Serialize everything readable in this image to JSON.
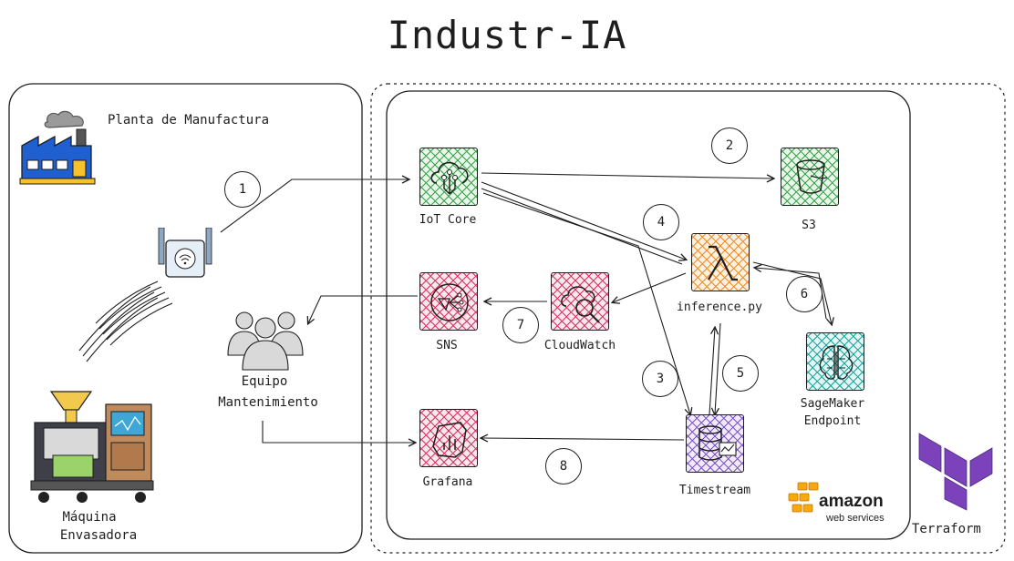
{
  "title": "Industr-IA",
  "plant": {
    "label": "Planta de Manufactura"
  },
  "machine": {
    "label_line1": "Máquina",
    "label_line2": "Envasadora"
  },
  "team": {
    "label_line1": "Equipo",
    "label_line2": "Mantenimiento"
  },
  "services": {
    "iot_core": "IoT Core",
    "s3": "S3",
    "lambda": "inference.py",
    "sns": "SNS",
    "cloudwatch": "CloudWatch",
    "sagemaker_line1": "SageMaker",
    "sagemaker_line2": "Endpoint",
    "grafana": "Grafana",
    "timestream": "Timestream"
  },
  "steps": [
    "1",
    "2",
    "3",
    "4",
    "5",
    "6",
    "7",
    "8"
  ],
  "aws_logo": {
    "line1": "amazon",
    "line2": "web services"
  },
  "terraform": {
    "label": "Terraform"
  },
  "colors": {
    "iot": "#3aa14b",
    "app_integration": "#d6335e",
    "compute": "#f08a24",
    "ml": "#1aa39a",
    "database": "#7b52c7",
    "terraform": "#7b42bc",
    "aws_orange": "#f7a80d"
  }
}
